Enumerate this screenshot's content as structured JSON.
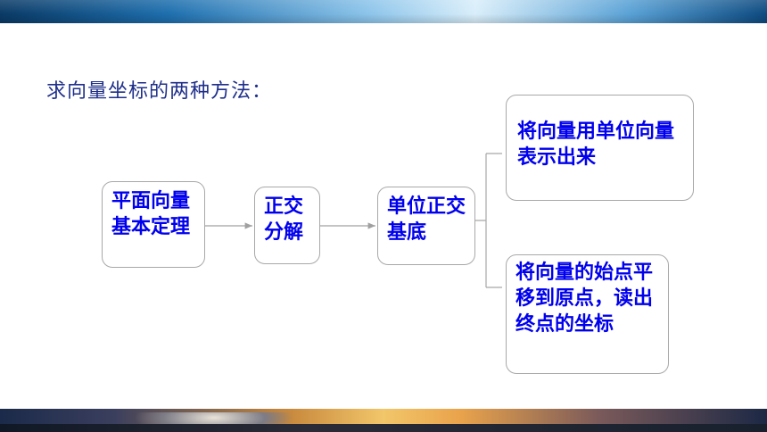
{
  "header": {
    "title": "求向量坐标的两种方法："
  },
  "flow": {
    "step1": "平面向量基本定理",
    "step2": "正交分解",
    "step3": "单位正交基底"
  },
  "methods": {
    "method1": "将向量用单位向量表示出来",
    "method2": "将向量的始点平移到原点，读出终点的坐标"
  },
  "colors": {
    "title": "#1f2f8a",
    "box_text": "#0000ee",
    "box_border": "#a8a8a8",
    "arrow": "#a0a0a0"
  }
}
